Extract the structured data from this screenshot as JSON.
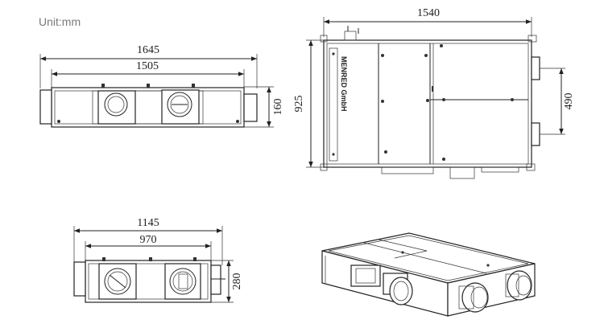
{
  "unit_label": "Unit:mm",
  "brand": "MENRED GmbH",
  "dims": {
    "top_overall": "1645",
    "top_inner": "1505",
    "top_height": "160",
    "right_width": "1540",
    "right_height": "925",
    "right_spacing": "490",
    "bottom_overall": "1145",
    "bottom_inner": "970",
    "bottom_height": "280"
  },
  "colors": {
    "line": "#222222",
    "unit_text": "#7a7a7a",
    "background": "#ffffff"
  }
}
